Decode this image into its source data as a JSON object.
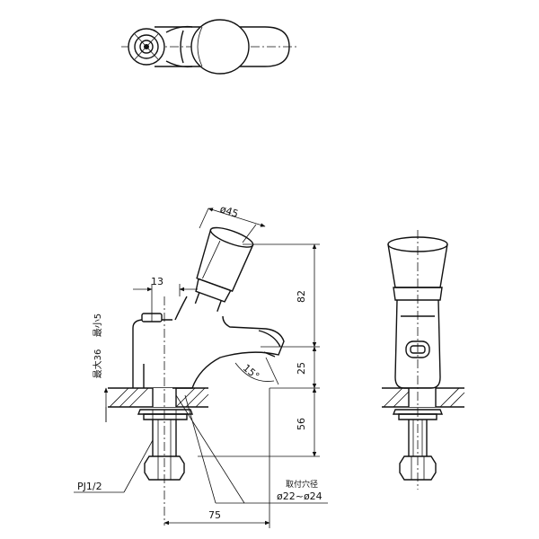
{
  "drawing": {
    "dims": {
      "dia_45": "ø45",
      "d13": "13",
      "d82": "82",
      "d25": "25",
      "d56": "56",
      "d75": "75",
      "angle": "15°",
      "max36": "最大36",
      "min5": "最小5"
    },
    "labels": {
      "pj": "PJ1/2",
      "hole_title": "取付穴径",
      "hole_range": "ø22~ø24"
    }
  }
}
